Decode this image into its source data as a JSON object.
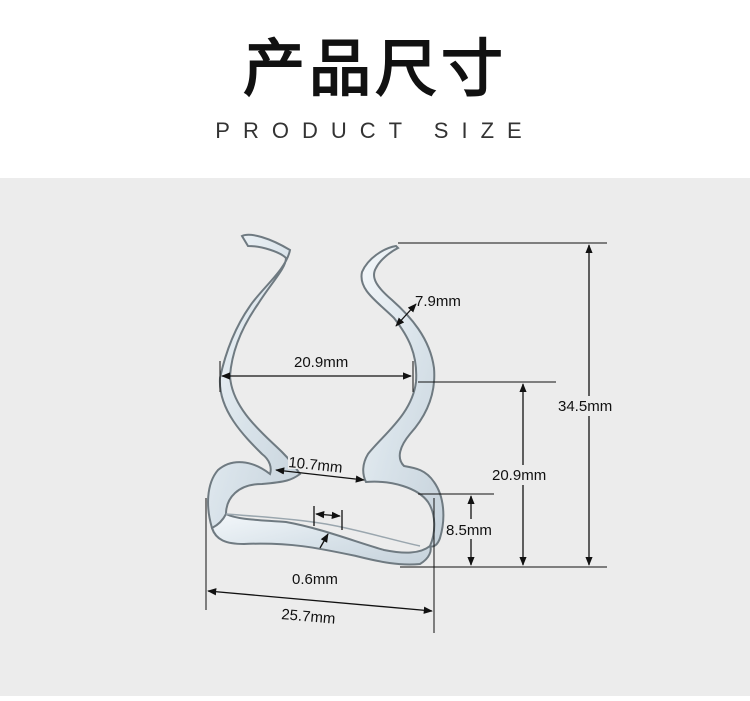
{
  "header": {
    "title_cn": "产品尺寸",
    "title_en": "PRODUCT SIZE"
  },
  "dimensions": {
    "tip_width": "7.9mm",
    "upper_width": "20.9mm",
    "neck_width": "10.7mm",
    "thickness": "0.6mm",
    "base_width": "25.7mm",
    "base_height": "8.5mm",
    "lower_height": "20.9mm",
    "total_height": "34.5mm"
  },
  "colors": {
    "background": "#ececec",
    "header_background": "#ffffff",
    "metal_light": "#dfe8ee",
    "metal_edge": "#707a80",
    "line": "#111111"
  }
}
